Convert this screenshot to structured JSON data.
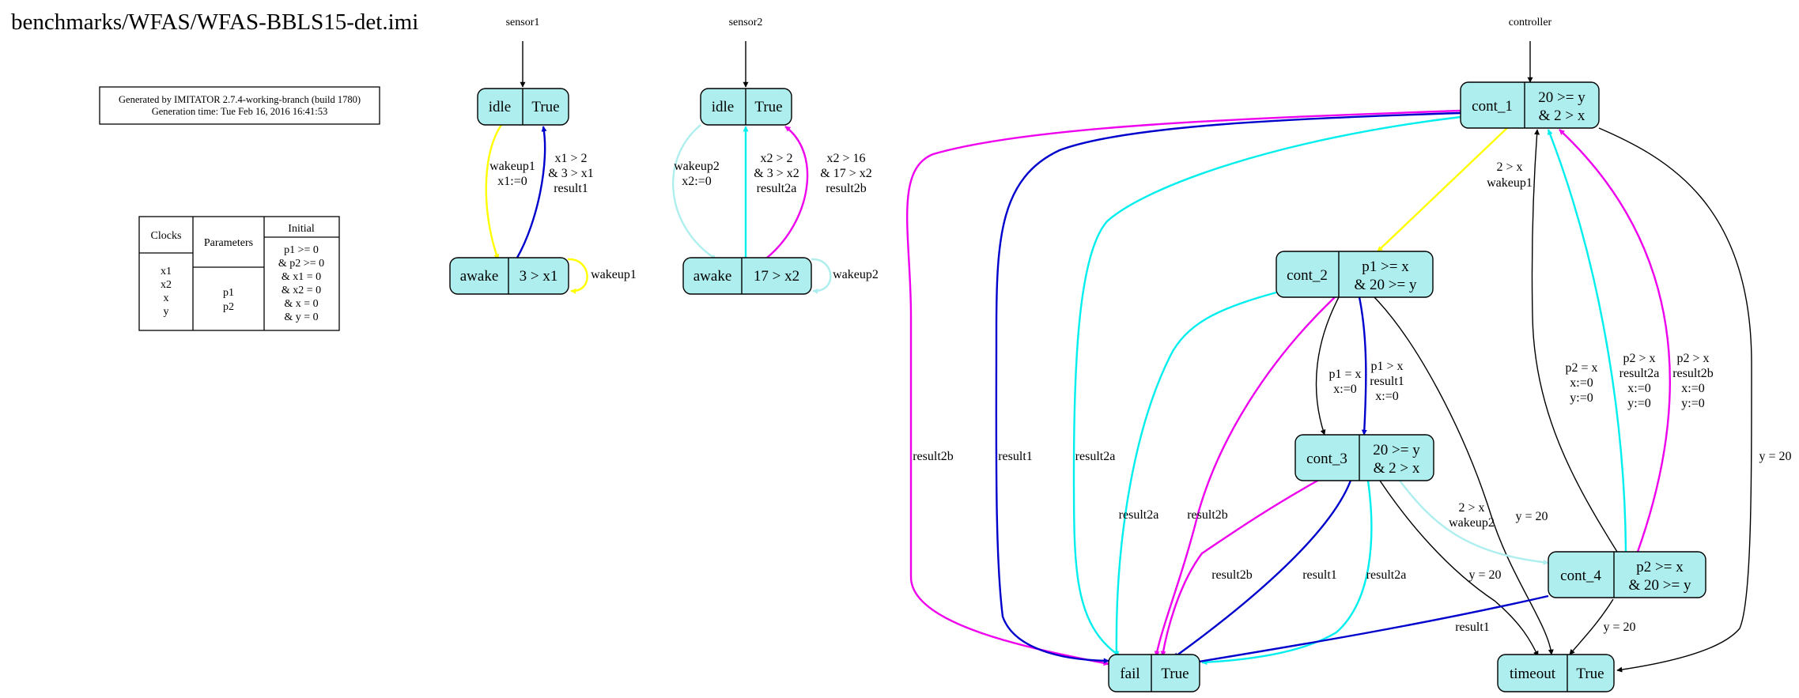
{
  "title": "benchmarks/WFAS/WFAS-BBLS15-det.imi",
  "generated_by": "Generated by IMITATOR 2.7.4-working-branch (build 1780)",
  "generation_time": "Generation time: Tue Feb 16, 2016 16:41:53",
  "colors": {
    "node_fill": "#afeeee",
    "yellow": "#ffff00",
    "blue": "#0000cd",
    "cyan": "#00eeee",
    "magenta": "#ee00ee",
    "light_cyan": "#aeeeee",
    "black": "#000000"
  },
  "table": {
    "clocks_header": "Clocks",
    "parameters_header": "Parameters",
    "initial_header": "Initial",
    "clocks": [
      "x1",
      "x2",
      "x",
      "y"
    ],
    "parameters": [
      "p1",
      "p2"
    ],
    "initial": [
      "p1 >= 0",
      "& p2 >= 0",
      "& x1 = 0",
      "& x2 = 0",
      "& x = 0",
      "& y = 0"
    ]
  },
  "automata": {
    "sensor1": "sensor1",
    "sensor2": "sensor2",
    "controller": "controller"
  },
  "locations": {
    "s1_idle": {
      "name": "idle",
      "invariant": [
        "True"
      ]
    },
    "s1_awake": {
      "name": "awake",
      "invariant": [
        "3 > x1"
      ]
    },
    "s2_idle": {
      "name": "idle",
      "invariant": [
        "True"
      ]
    },
    "s2_awake": {
      "name": "awake",
      "invariant": [
        "17 > x2"
      ]
    },
    "cont_1": {
      "name": "cont_1",
      "invariant": [
        "20 >= y",
        "& 2 > x"
      ]
    },
    "cont_2": {
      "name": "cont_2",
      "invariant": [
        "p1 >= x",
        "& 20 >= y"
      ]
    },
    "cont_3": {
      "name": "cont_3",
      "invariant": [
        "20 >= y",
        "& 2 > x"
      ]
    },
    "cont_4": {
      "name": "cont_4",
      "invariant": [
        "p2 >= x",
        "& 20 >= y"
      ]
    },
    "fail": {
      "name": "fail",
      "invariant": [
        "True"
      ]
    },
    "timeout": {
      "name": "timeout",
      "invariant": [
        "True"
      ]
    }
  },
  "edge_labels": {
    "s1_wakeup": [
      "wakeup1",
      "x1:=0"
    ],
    "s1_result": [
      "x1 > 2",
      "& 3 > x1",
      "result1"
    ],
    "s1_self": [
      "wakeup1"
    ],
    "s2_wakeup": [
      "wakeup2",
      "x2:=0"
    ],
    "s2_result2a": [
      "x2 > 2",
      "& 3 > x2",
      "result2a"
    ],
    "s2_result2b": [
      "x2 > 16",
      "& 17 > x2",
      "result2b"
    ],
    "s2_self": [
      "wakeup2"
    ],
    "c1_c2": [
      "2 > x",
      "wakeup1"
    ],
    "c1_fail_2b": [
      "result2b"
    ],
    "c1_fail_1": [
      "result1"
    ],
    "c1_fail_2a": [
      "result2a"
    ],
    "c1_timeout": [
      "y = 20"
    ],
    "c2_c3_black": [
      "p1 = x",
      "x:=0"
    ],
    "c2_c3_blue": [
      "p1 > x",
      "result1",
      "x:=0"
    ],
    "c2_fail_2a": [
      "result2a"
    ],
    "c2_fail_2b": [
      "result2b"
    ],
    "c2_timeout": [
      "y = 20"
    ],
    "c3_c4": [
      "2 > x",
      "wakeup2"
    ],
    "c3_fail_2b": [
      "result2b"
    ],
    "c3_fail_1": [
      "result1"
    ],
    "c3_fail_2a": [
      "result2a"
    ],
    "c3_timeout": [
      "y = 20"
    ],
    "c4_c1_black": [
      "p2 = x",
      "x:=0",
      "y:=0"
    ],
    "c4_c1_cyan": [
      "p2 > x",
      "result2a",
      "x:=0",
      "y:=0"
    ],
    "c4_c1_magenta": [
      "p2 > x",
      "result2b",
      "x:=0",
      "y:=0"
    ],
    "c4_fail_1": [
      "result1"
    ],
    "c4_timeout": [
      "y = 20"
    ]
  }
}
